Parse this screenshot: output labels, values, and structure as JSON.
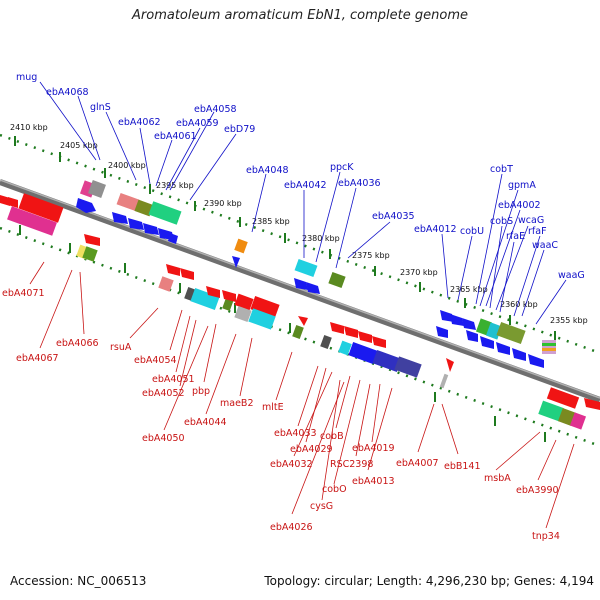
{
  "title": "Aromatoleum aromaticum EbN1, complete genome",
  "footer": {
    "accession": "Accession: NC_006513",
    "summary": "Topology: circular; Length: 4,296,230 bp; Genes: 4,194"
  },
  "ticks": [
    {
      "label": "2410 kbp"
    },
    {
      "label": "2405 kbp"
    },
    {
      "label": "2400 kbp"
    },
    {
      "label": "2395 kbp"
    },
    {
      "label": "2390 kbp"
    },
    {
      "label": "2385 kbp"
    },
    {
      "label": "2380 kbp"
    },
    {
      "label": "2375 kbp"
    },
    {
      "label": "2370 kbp"
    },
    {
      "label": "2365 kbp"
    },
    {
      "label": "2360 kbp"
    },
    {
      "label": "2355 kbp"
    }
  ],
  "top_labels": [
    {
      "name": "mug"
    },
    {
      "name": "ebA4068"
    },
    {
      "name": "glnS"
    },
    {
      "name": "ebA4062"
    },
    {
      "name": "ebA4061"
    },
    {
      "name": "ebA4059"
    },
    {
      "name": "ebA4058"
    },
    {
      "name": "ebD79"
    },
    {
      "name": "ebA4048"
    },
    {
      "name": "ebA4042"
    },
    {
      "name": "ppcK"
    },
    {
      "name": "ebA4036"
    },
    {
      "name": "ebA4035"
    },
    {
      "name": "ebA4012"
    },
    {
      "name": "cobU"
    },
    {
      "name": "cobT"
    },
    {
      "name": "gpmA"
    },
    {
      "name": "ebA4002"
    },
    {
      "name": "cobS"
    },
    {
      "name": "wcaG"
    },
    {
      "name": "rfaE"
    },
    {
      "name": "rfaF"
    },
    {
      "name": "waaC"
    },
    {
      "name": "waaG"
    }
  ],
  "bottom_labels": [
    {
      "name": "ebA4071"
    },
    {
      "name": "ebA4067"
    },
    {
      "name": "ebA4066"
    },
    {
      "name": "rsuA"
    },
    {
      "name": "ebA4054"
    },
    {
      "name": "ebA4051"
    },
    {
      "name": "ebA4052"
    },
    {
      "name": "pbp"
    },
    {
      "name": "ebA4050"
    },
    {
      "name": "ebA4044"
    },
    {
      "name": "maeB2"
    },
    {
      "name": "mltE"
    },
    {
      "name": "ebA4033"
    },
    {
      "name": "ebA4029"
    },
    {
      "name": "ebA4032"
    },
    {
      "name": "cobB"
    },
    {
      "name": "RSC2398"
    },
    {
      "name": "ebA4019"
    },
    {
      "name": "ebA4013"
    },
    {
      "name": "cobO"
    },
    {
      "name": "cysG"
    },
    {
      "name": "ebA4026"
    },
    {
      "name": "ebA4007"
    },
    {
      "name": "ebB141"
    },
    {
      "name": "msbA"
    },
    {
      "name": "ebA3990"
    },
    {
      "name": "tnp34"
    }
  ],
  "colors": {
    "forward_gene": "#1a1af0",
    "reverse_gene": "#f01414",
    "backbone": "#8a8a8a",
    "tick": "#1e7a1e"
  }
}
